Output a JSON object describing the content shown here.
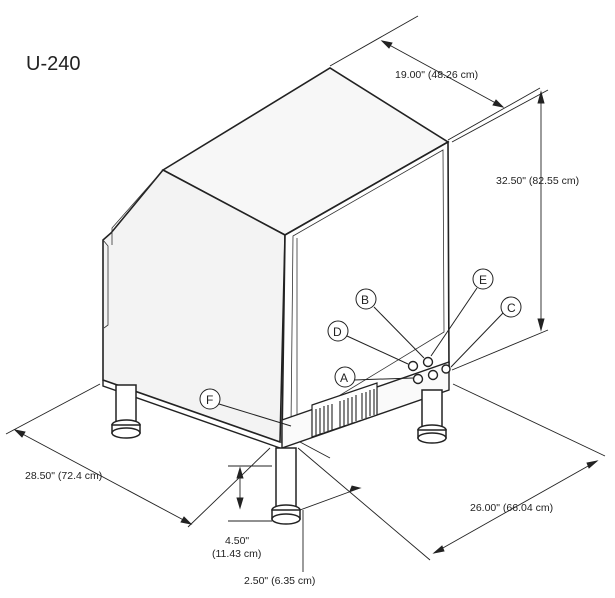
{
  "model": "U-240",
  "dimensions": {
    "depth": "19.00\" (48.26 cm)",
    "height": "32.50\" (82.55 cm)",
    "width_left": "28.50\" (72.4 cm)",
    "width_right": "26.00\" (66.04 cm)",
    "leg_height_in": "4.50\"",
    "leg_height_cm": "(11.43 cm)",
    "setback": "2.50\" (6.35 cm)"
  },
  "callouts": {
    "a": "A",
    "b": "B",
    "c": "C",
    "d": "D",
    "e": "E",
    "f": "F"
  }
}
